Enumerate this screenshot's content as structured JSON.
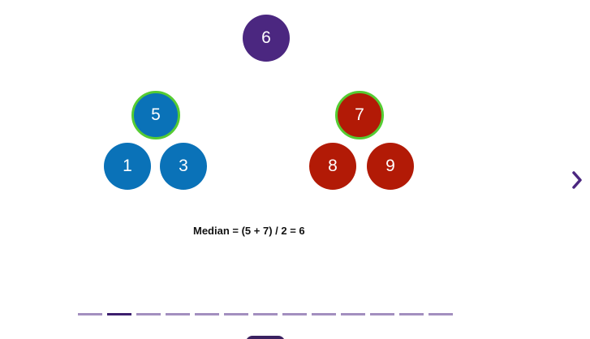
{
  "diagram": {
    "root": {
      "value": "6",
      "color": "#4b2780"
    },
    "left_group": {
      "top": {
        "value": "5",
        "highlighted": true
      },
      "children": [
        "1",
        "3"
      ],
      "color": "#0a72b8"
    },
    "right_group": {
      "top": {
        "value": "7",
        "highlighted": true
      },
      "children": [
        "8",
        "9"
      ],
      "color": "#b21a06"
    },
    "highlight_color": "#55cc33"
  },
  "caption": "Median = (5 + 7) / 2 = 6",
  "navigation": {
    "next_icon": "chevron-right-icon",
    "pager": {
      "total": 13,
      "active_index": 1
    },
    "accent": "#4b2780"
  }
}
